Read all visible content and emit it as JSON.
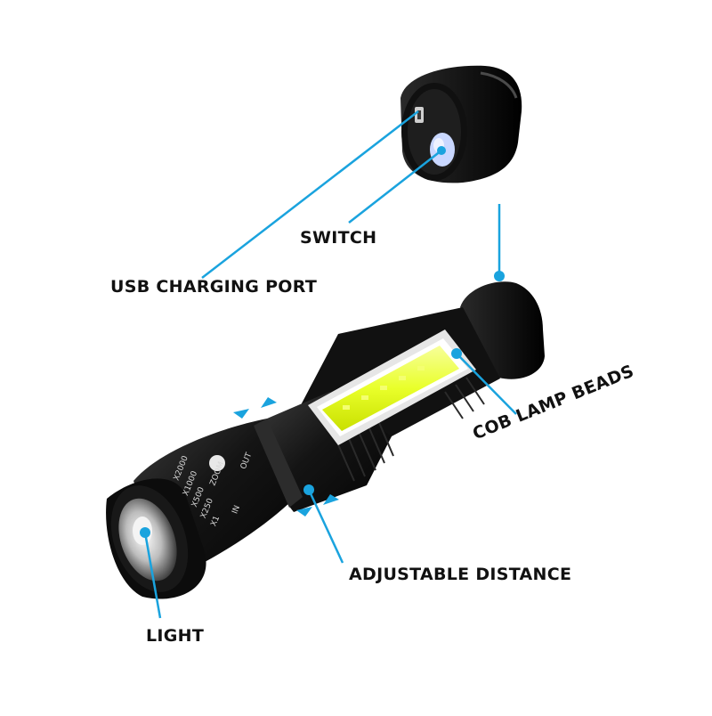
{
  "callouts": {
    "switch": "SWITCH",
    "usb_port": "USB CHARGING PORT",
    "cob_beads": "COB LAMP BEADS",
    "adjustable": "ADJUSTABLE DISTANCE",
    "light": "LIGHT"
  },
  "zoom_markings": {
    "zoom": "ZOOM",
    "in": "IN",
    "out": "OUT",
    "x1": "X1",
    "x250": "X250",
    "x500": "X500",
    "x1000": "X1000",
    "x2000": "X2000"
  },
  "colors": {
    "callout_line": "#1aa3de",
    "body": "#161616",
    "cob_glow": "#ecff3a",
    "switch_button": "#c9d7ff"
  },
  "icons": [
    "double-arrow-icon",
    "switch-button-icon",
    "usb-port-icon"
  ]
}
